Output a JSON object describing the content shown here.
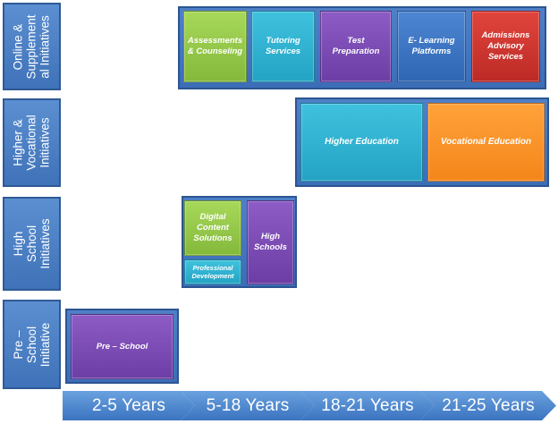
{
  "rows": {
    "online": "Online & Supplement al Initiatives",
    "higher": "Higher & Vocational Initiatives",
    "high_school": "High School Initiatives",
    "pre_school": "Pre –School Initiative"
  },
  "online_boxes": {
    "assessments": "Assessments & Counseling",
    "tutoring": "Tutoring Services",
    "test_prep": "Test Preparation",
    "elearning": "E- Learning Platforms",
    "admissions": "Admissions Advisory Services"
  },
  "higher_boxes": {
    "higher_education": "Higher Education",
    "vocational_education": "Vocational Education"
  },
  "high_school_boxes": {
    "digital_content": "Digital Content Solutions",
    "professional_development": "Professional Development",
    "high_schools": "High Schools"
  },
  "pre_school_boxes": {
    "pre_school": "Pre – School"
  },
  "timeline": [
    "2-5 Years",
    "5-18 Years",
    "18-21 Years",
    "21-25 Years"
  ],
  "colors": {
    "row_blue": "#4a7fc7",
    "green": "#8dc63f",
    "cyan": "#2fb3d1",
    "purple": "#7a4bb5",
    "blue": "#3a74c4",
    "red": "#d03a33",
    "orange": "#f7931e",
    "chevron": "#4f88cf"
  }
}
